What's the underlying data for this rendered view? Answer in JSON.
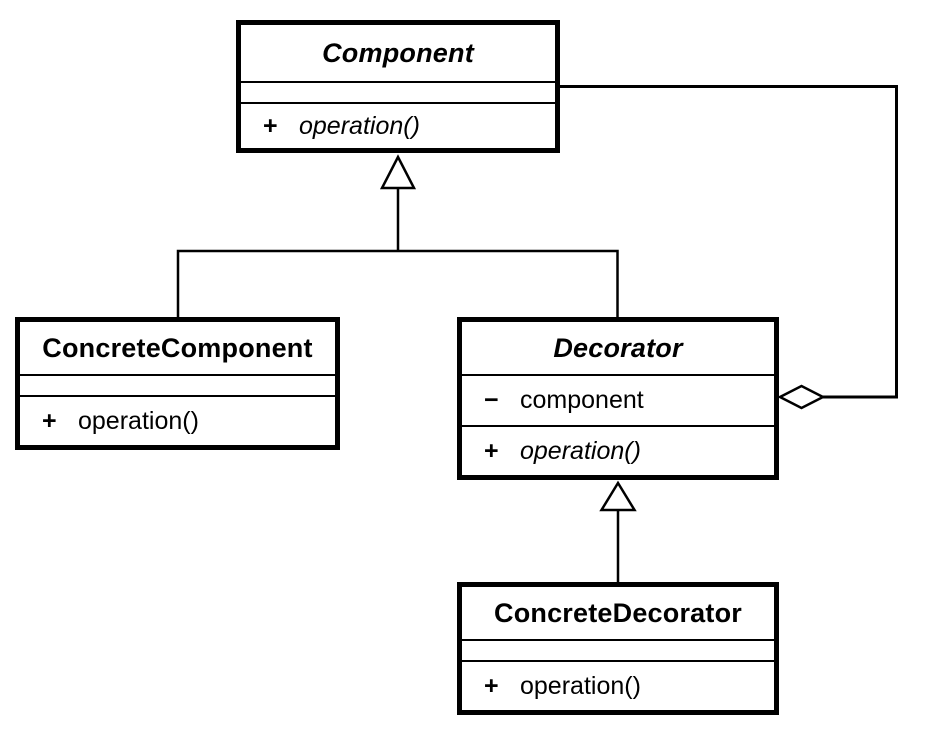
{
  "diagram_type": "uml-class-diagram",
  "colors": {
    "background": "#ffffff",
    "line": "#000000",
    "box_fill": "#ffffff"
  },
  "classes": {
    "component": {
      "name": "Component",
      "abstract": true,
      "attributes": [],
      "methods": [
        {
          "visibility": "+",
          "signature": "operation()",
          "abstract": true
        }
      ]
    },
    "concrete_component": {
      "name": "ConcreteComponent",
      "abstract": false,
      "attributes": [],
      "methods": [
        {
          "visibility": "+",
          "signature": "operation()",
          "abstract": false
        }
      ]
    },
    "decorator": {
      "name": "Decorator",
      "abstract": true,
      "attributes": [
        {
          "visibility": "−",
          "name": "component"
        }
      ],
      "methods": [
        {
          "visibility": "+",
          "signature": "operation()",
          "abstract": true
        }
      ]
    },
    "concrete_decorator": {
      "name": "ConcreteDecorator",
      "abstract": false,
      "attributes": [],
      "methods": [
        {
          "visibility": "+",
          "signature": "operation()",
          "abstract": false
        }
      ]
    }
  },
  "relationships": [
    {
      "type": "generalization",
      "from": "ConcreteComponent",
      "to": "Component",
      "marker": "hollow-triangle"
    },
    {
      "type": "generalization",
      "from": "Decorator",
      "to": "Component",
      "marker": "hollow-triangle"
    },
    {
      "type": "generalization",
      "from": "ConcreteDecorator",
      "to": "Decorator",
      "marker": "hollow-triangle"
    },
    {
      "type": "aggregation",
      "from": "Decorator",
      "to": "Component",
      "marker": "hollow-diamond"
    }
  ]
}
